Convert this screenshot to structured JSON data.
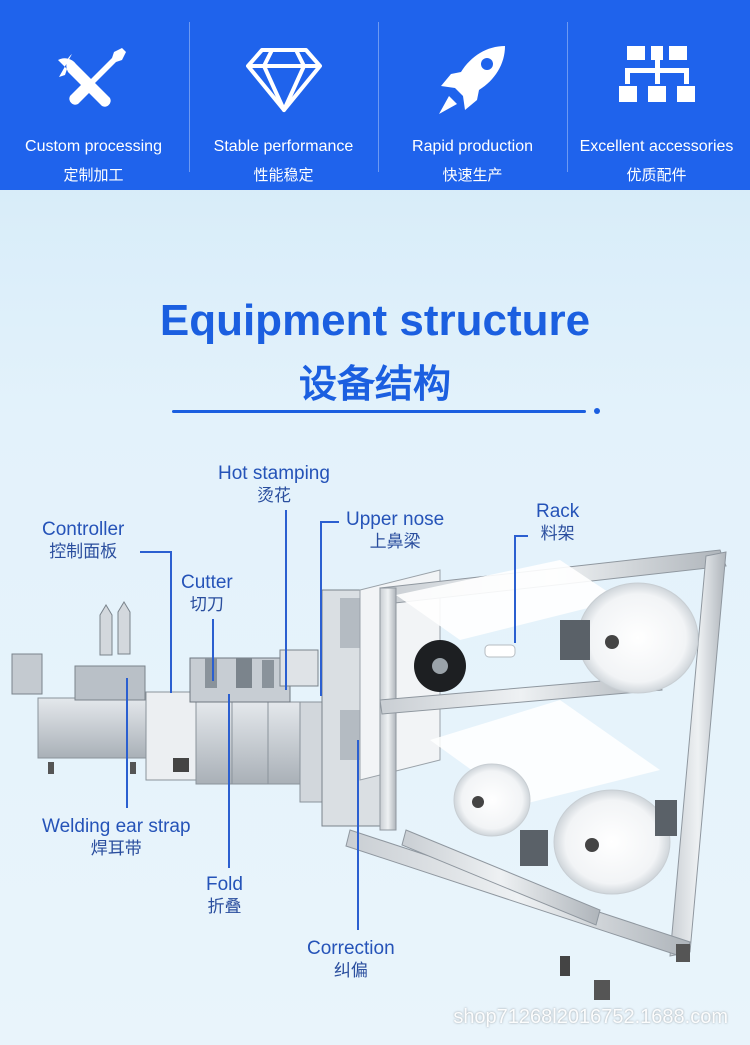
{
  "features": [
    {
      "icon": "wrench-screwdriver-icon",
      "en": "Custom processing",
      "cn": "定制加工"
    },
    {
      "icon": "diamond-icon",
      "en": "Stable performance",
      "cn": "性能稳定"
    },
    {
      "icon": "rocket-icon",
      "en": "Rapid production",
      "cn": "快速生产"
    },
    {
      "icon": "hierarchy-icon",
      "en": "Excellent accessories",
      "cn": "优质配件"
    }
  ],
  "heading": {
    "en": "Equipment structure",
    "cn": "设备结构"
  },
  "labels": {
    "hot_stamping": {
      "en": "Hot stamping",
      "cn": "烫花"
    },
    "controller": {
      "en": "Controller",
      "cn": "控制面板"
    },
    "upper_nose": {
      "en": "Upper nose",
      "cn": "上鼻梁"
    },
    "rack": {
      "en": "Rack",
      "cn": "料架"
    },
    "cutter": {
      "en": "Cutter",
      "cn": "切刀"
    },
    "welding": {
      "en": "Welding ear strap",
      "cn": "焊耳带"
    },
    "fold": {
      "en": "Fold",
      "cn": "折叠"
    },
    "correction": {
      "en": "Correction",
      "cn": "纠偏"
    }
  },
  "watermark": "shop71268l2016752.1688.com",
  "colors": {
    "banner": "#1f63ec",
    "accent": "#1b5fe0"
  }
}
